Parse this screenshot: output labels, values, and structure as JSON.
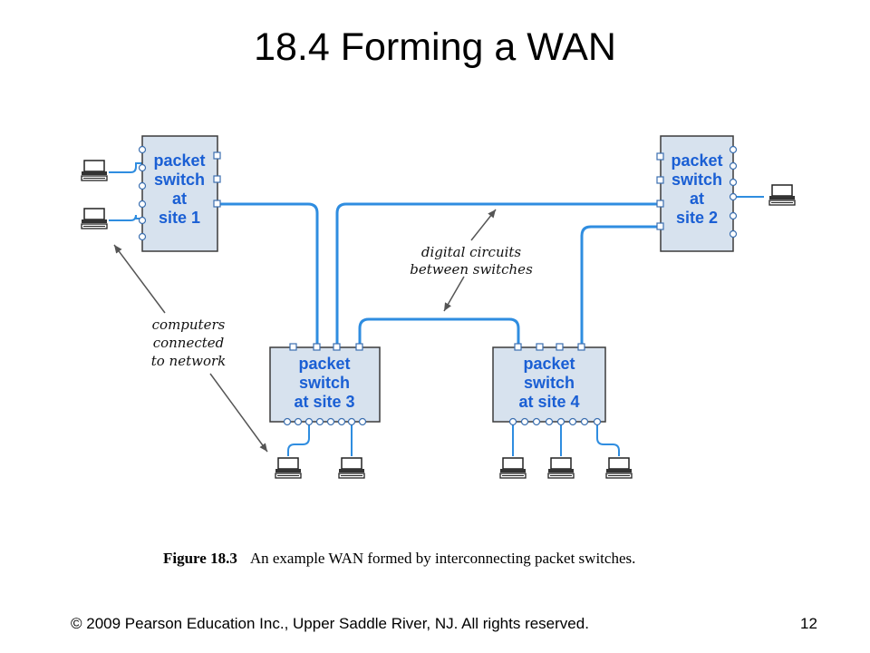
{
  "title": "18.4 Forming a WAN",
  "switches": [
    {
      "id": "site1",
      "lines": [
        "packet",
        "switch",
        "at",
        "site 1"
      ]
    },
    {
      "id": "site2",
      "lines": [
        "packet",
        "switch",
        "at",
        "site 2"
      ]
    },
    {
      "id": "site3",
      "lines": [
        "packet",
        "switch",
        "at site 3"
      ]
    },
    {
      "id": "site4",
      "lines": [
        "packet",
        "switch",
        "at site 4"
      ]
    }
  ],
  "annotations": {
    "circuits": [
      "digital circuits",
      "between switches"
    ],
    "computers": [
      "computers",
      "connected",
      "to network"
    ]
  },
  "caption": {
    "number": "Figure 18.3",
    "text": "An example WAN formed by interconnecting packet switches."
  },
  "footer": {
    "copyright": "© 2009 Pearson Education Inc., Upper Saddle River, NJ. All rights reserved.",
    "page": "12"
  },
  "colors": {
    "switch_fill": "#d7e2ee",
    "line": "#2f8de0",
    "switch_text": "#1a5fd4"
  }
}
